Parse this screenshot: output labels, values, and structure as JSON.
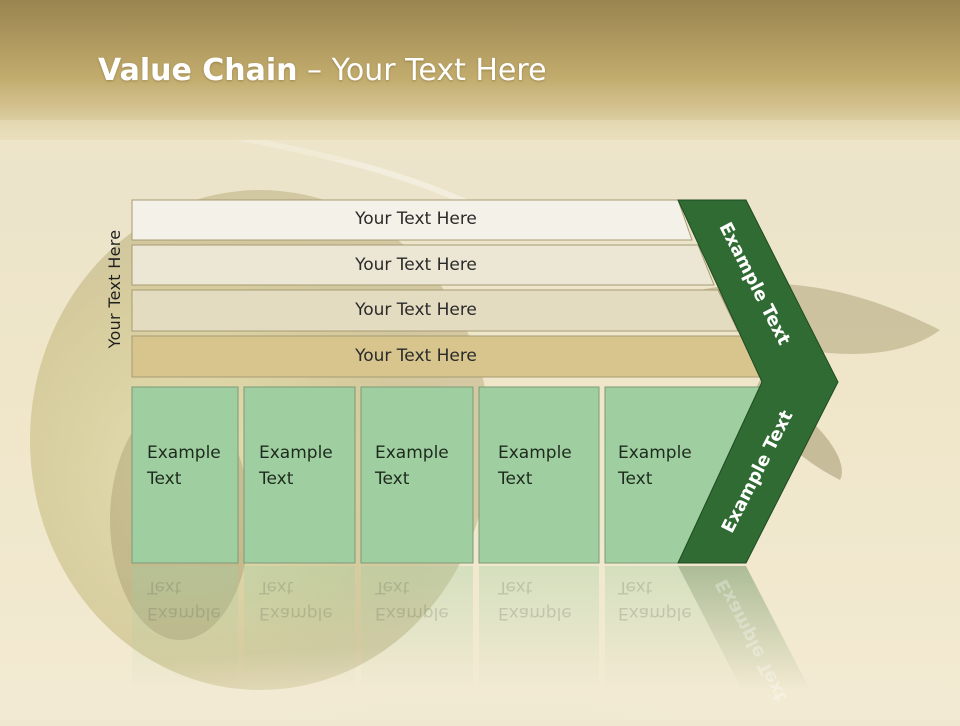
{
  "slide": {
    "title_bold": "Value Chain",
    "title_rest": " – Your Text Here",
    "side_label": "Your Text Here"
  },
  "rows": [
    {
      "label": "Your Text Here"
    },
    {
      "label": "Your Text Here"
    },
    {
      "label": "Your Text Here"
    },
    {
      "label": "Your Text Here"
    }
  ],
  "columns": [
    {
      "line1": "Example",
      "line2": "Text"
    },
    {
      "line1": "Example",
      "line2": "Text"
    },
    {
      "line1": "Example",
      "line2": "Text"
    },
    {
      "line1": "Example",
      "line2": "Text"
    },
    {
      "line1": "Example",
      "line2": "Text"
    }
  ],
  "arrow": {
    "upper_label": "Example Text",
    "lower_label": "Example Text"
  },
  "colors": {
    "header_gold": "#b8a468",
    "row_fills": [
      "#f4f2e8",
      "#ece6d4",
      "#e4dcc0",
      "#d7c58d"
    ],
    "column_fill": "#9fcfa1",
    "arrow_fill": "#2f6b32"
  }
}
